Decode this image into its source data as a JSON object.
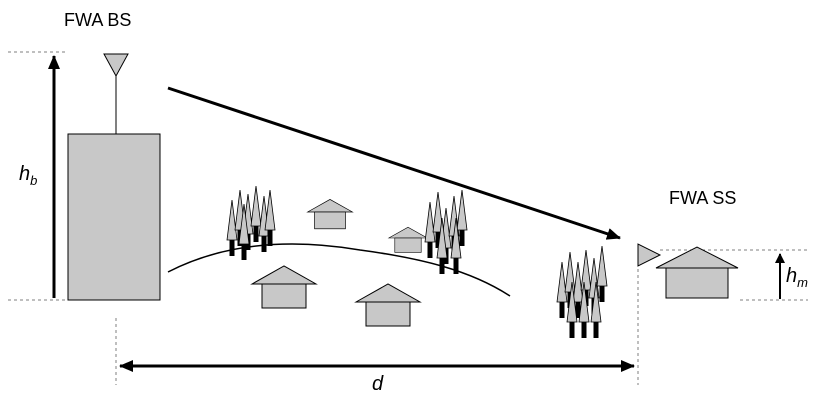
{
  "labels": {
    "base_station": "FWA BS",
    "subscriber_station": "FWA SS",
    "base_height_symbol": "h",
    "base_height_subscript": "b",
    "mobile_height_symbol": "h",
    "mobile_height_subscript": "m",
    "distance_symbol": "d"
  },
  "colors": {
    "fill_gray": "#c8c8c8",
    "stroke": "#000000",
    "dashed_guides": "#7f7f7f"
  },
  "icons": {
    "antenna": "triangle-antenna-icon",
    "house": "house-icon",
    "tree": "tree-icon"
  }
}
